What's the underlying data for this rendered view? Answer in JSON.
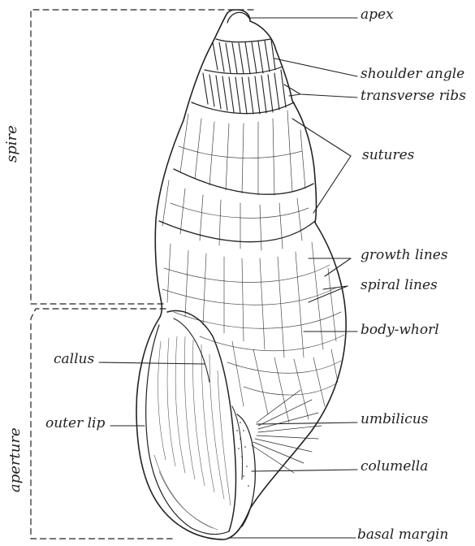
{
  "labels": {
    "apex": "apex",
    "shoulder_angle": "shoulder angle",
    "transverse_ribs": "transverse ribs",
    "sutures": "sutures",
    "growth_lines": "growth lines",
    "spiral_lines": "spiral lines",
    "body_whorl": "body-whorl",
    "callus": "callus",
    "umbilicus": "umbilicus",
    "outer_lip": "outer lip",
    "columella": "columella",
    "basal_margin": "basal margin",
    "spire": "spire",
    "aperture": "aperture"
  },
  "colors": {
    "ink": "#222222",
    "background": "#ffffff"
  }
}
